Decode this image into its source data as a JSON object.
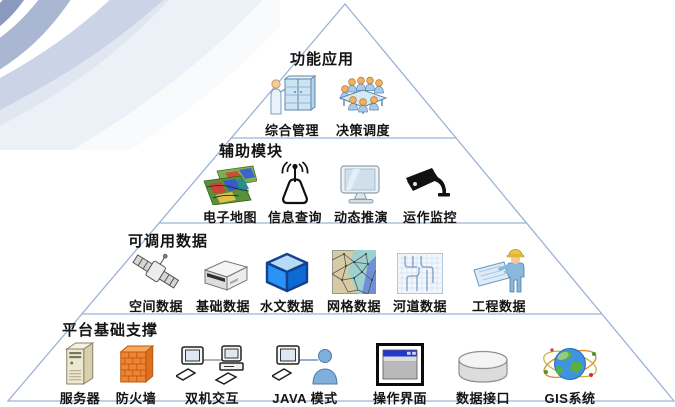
{
  "colors": {
    "background": "#ffffff",
    "pyramid_line": "#9ab3d6",
    "text": "#141414",
    "cube_blue": "#1f86ec",
    "firewall_orange": "#ef8433",
    "window_titlebar_blue": "#2238cc"
  },
  "pyramid": {
    "levels": [
      {
        "title": "功能应用",
        "items": [
          {
            "label": "综合管理",
            "icon": "cabinet-person-icon"
          },
          {
            "label": "决策调度",
            "icon": "meeting-table-icon"
          }
        ]
      },
      {
        "title": "辅助模块",
        "items": [
          {
            "label": "电子地图",
            "icon": "electronic-map-icon"
          },
          {
            "label": "信息查询",
            "icon": "antenna-broadcast-icon"
          },
          {
            "label": "动态推演",
            "icon": "monitor-screen-icon"
          },
          {
            "label": "运作监控",
            "icon": "cctv-camera-icon"
          }
        ]
      },
      {
        "title": "可调用数据",
        "items": [
          {
            "label": "空间数据",
            "icon": "satellite-icon"
          },
          {
            "label": "基础数据",
            "icon": "server-box-icon"
          },
          {
            "label": "水文数据",
            "icon": "blue-cube-icon"
          },
          {
            "label": "网格数据",
            "icon": "mesh-grid-icon"
          },
          {
            "label": "河道数据",
            "icon": "river-grid-icon"
          },
          {
            "label": "工程数据",
            "icon": "engineer-blueprint-icon"
          }
        ]
      },
      {
        "title": "平台基础支撑",
        "items": [
          {
            "label": "服务器",
            "icon": "tower-server-icon"
          },
          {
            "label": "防火墙",
            "icon": "firewall-icon"
          },
          {
            "label": "双机交互",
            "icon": "dual-computers-icon"
          },
          {
            "label": "JAVA 模式",
            "icon": "computer-person-icon"
          },
          {
            "label": "操作界面",
            "icon": "app-window-icon"
          },
          {
            "label": "数据接口",
            "icon": "database-cylinder-icon"
          },
          {
            "label": "GIS系统",
            "icon": "gis-globe-icon"
          }
        ]
      }
    ]
  }
}
